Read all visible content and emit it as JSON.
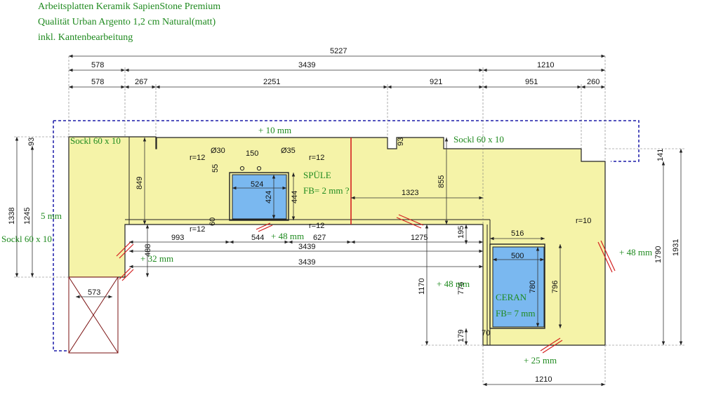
{
  "header": {
    "line1": "Arbeitsplatten Keramik SapienStone Premium",
    "line2": "Qualität Urban Argento 1,2 cm Natural(matt)",
    "line3": "inkl. Kantenbearbeitung"
  },
  "colors": {
    "countertop_fill": "#f5f3a8",
    "countertop_stroke": "#222222",
    "sink_fill": "#7ab8f0",
    "outline_dashed": "#1a1aa8",
    "annotation_text": "#1f8a1f",
    "seam_red": "#d42020",
    "cabinet_stroke": "#7a1010"
  },
  "labels": {
    "sink": "SPÜLE",
    "sink_fb": "FB= 2 mm ?",
    "cooktop": "CERAN",
    "cooktop_fb": "FB= 7 mm",
    "socket_left_top": "Sockl 60 x 10",
    "socket_right_top": "Sockl 60 x 10",
    "socket_left_side": "Sockl 60 x 10",
    "plus_10": "+ 10 mm",
    "plus_5": "5 mm",
    "plus_48_center": "+ 48 mm",
    "plus_32": "+ 32 mm",
    "plus_48_right": "+ 48 mm",
    "plus_48_ceran": "+ 48 mm",
    "plus_25": "+ 25 mm"
  },
  "dimensions": {
    "total_top": "5227",
    "top_row1": [
      "578",
      "3439",
      "1210"
    ],
    "top_row2": [
      "578",
      "267",
      "2251",
      "921",
      "951",
      "260"
    ],
    "left_1338": "1338",
    "left_1245": "1245",
    "left_93": "93",
    "d_849": "849",
    "d_855": "855",
    "d_93b": "93",
    "d_1323": "1323",
    "r12_a": "r=12",
    "r12_b": "r=12",
    "r12_c": "r=12",
    "r12_d": "r=12",
    "d30": "Ø30",
    "d150": "150",
    "d35": "Ø35",
    "d55": "55",
    "sink_w": "524",
    "sink_h": "424",
    "sink_outer": "444",
    "d60": "60",
    "d993": "993",
    "d544": "544",
    "d627": "627",
    "d1275": "1275",
    "d195": "195",
    "d3439a": "3439",
    "d3439b": "3439",
    "d488": "488",
    "d573": "573",
    "d1170": "1170",
    "d776": "776",
    "d179": "179",
    "d70": "70",
    "ceran_outer_w": "516",
    "ceran_w": "500",
    "ceran_h": "780",
    "ceran_outer_h": "796",
    "r10": "r=10",
    "right_141": "141",
    "right_1790": "1790",
    "right_1931": "1931",
    "bottom_1210": "1210"
  }
}
